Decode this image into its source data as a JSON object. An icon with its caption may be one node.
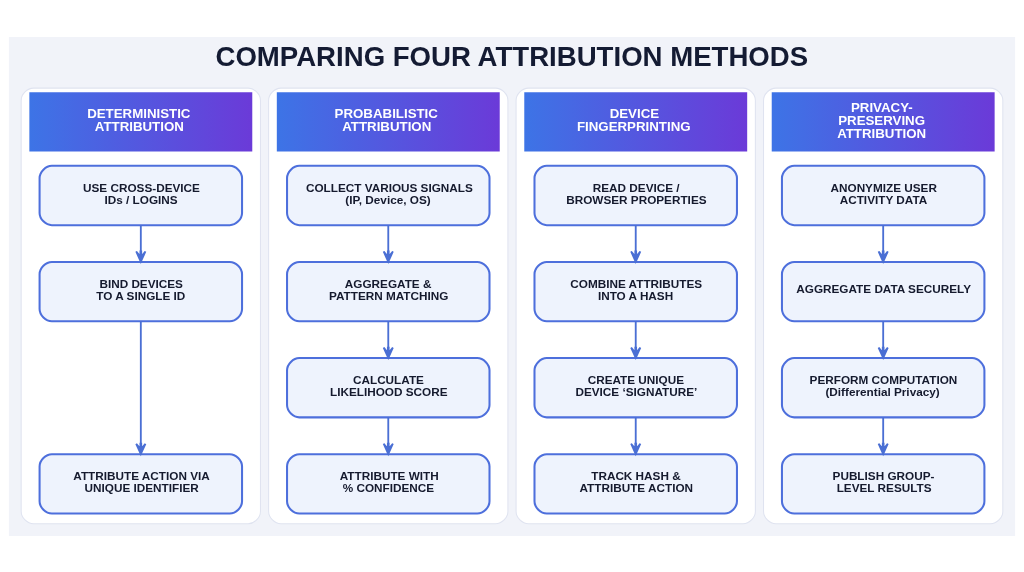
{
  "diagram": {
    "title": "COMPARING FOUR ATTRIBUTION METHODS",
    "nodes": [
      {
        "text": [
          "DETERMINISTIC ATTRIBUTION"
        ]
      },
      {
        "text": [
          "USE CROSS-DEVICE IDs / LOGINS"
        ],
        "in": 0
      },
      {
        "text": [
          "BIND DEVICES TO A SINGLE ID"
        ],
        "in": 0
      },
      {
        "text": [
          "ATTRIBUTE ACTION VIA UNIQUE IDENTIFIER"
        ],
        "in": 0
      },
      {
        "text": [
          "PROBABILISTIC ATTRIBUTION"
        ]
      },
      {
        "text": [
          "COLLECT VARIOUS SIGNALS (IP, Device, OS)"
        ],
        "in": 4
      },
      {
        "text": [
          "AGGREGATE & PATTERN MATCHING"
        ],
        "in": 4
      },
      {
        "text": [
          "CALCULATE LIKELIHOOD SCORE"
        ],
        "in": 4
      },
      {
        "text": [
          "ATTRIBUTE WITH % CONFIDENCE"
        ],
        "in": 4
      },
      {
        "text": [
          "DEVICE FINGERPRINTING"
        ]
      },
      {
        "text": [
          "READ DEVICE / BROWSER PROPERTIES"
        ],
        "in": 9
      },
      {
        "text": [
          "COMBINE ATTRIBUTES INTO A HASH"
        ],
        "in": 9
      },
      {
        "text": [
          "CREATE UNIQUE DEVICE ‘SIGNATURE’"
        ],
        "in": 9
      },
      {
        "text": [
          "TRACK HASH & ATTRIBUTE ACTION"
        ],
        "in": 9
      },
      {
        "text": [
          "PRIVACY-PRESERVING ATTRIBUTION"
        ]
      },
      {
        "text": [
          "ANONYMIZE USER ACTIVITY DATA"
        ],
        "in": 14
      },
      {
        "text": [
          "AGGREGATE DATA SECURELY"
        ],
        "in": 14
      },
      {
        "text": [
          "PERFORM COMPUTATION (Differential Privacy)"
        ],
        "in": 14
      },
      {
        "text": [
          "PUBLISH GROUP-LEVEL RESULTS"
        ],
        "in": 14
      }
    ],
    "edges": [
      {
        "from": 1,
        "to": 2,
        "arrow": "to"
      },
      {
        "from": 2,
        "to": 3,
        "arrow": "to"
      },
      {
        "from": 5,
        "to": 6,
        "arrow": "to"
      },
      {
        "from": 6,
        "to": 7,
        "arrow": "to"
      },
      {
        "from": 7,
        "to": 8,
        "arrow": "to"
      },
      {
        "from": 10,
        "to": 11,
        "arrow": "to"
      },
      {
        "from": 11,
        "to": 12,
        "arrow": "to"
      },
      {
        "from": 12,
        "to": 13,
        "arrow": "to"
      },
      {
        "from": 15,
        "to": 16,
        "arrow": "to"
      },
      {
        "from": 16,
        "to": 17,
        "arrow": "to"
      },
      {
        "from": 17,
        "to": 18,
        "arrow": "to"
      }
    ]
  }
}
